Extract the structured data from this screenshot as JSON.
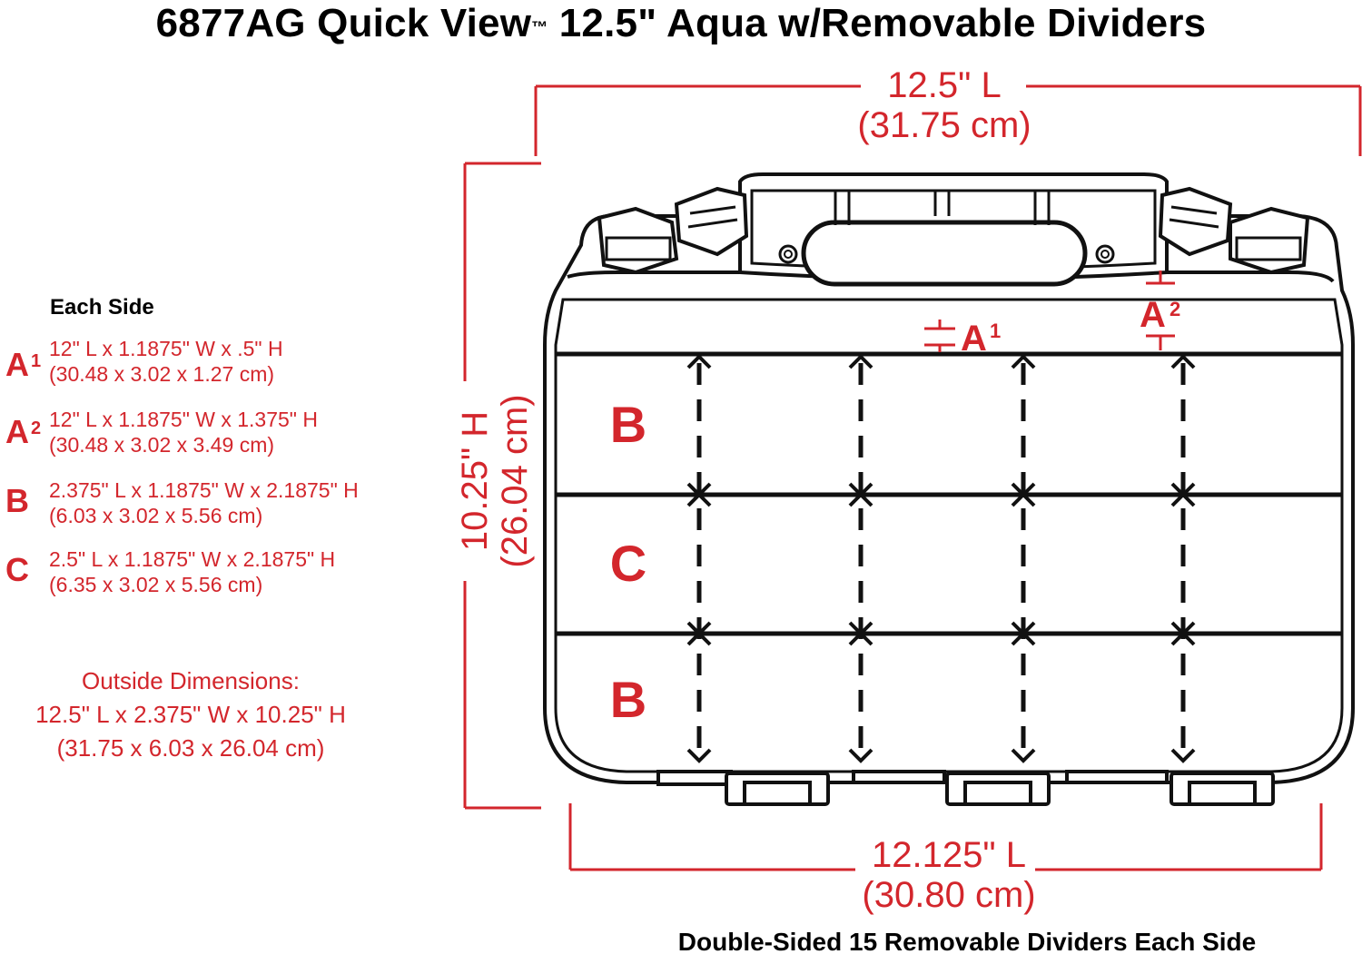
{
  "title": {
    "model": "6877AG Quick View",
    "trademark": "™",
    "rest": "12.5\" Aqua w/Removable Dividers"
  },
  "legend": {
    "heading": "Each Side",
    "items": [
      {
        "key": "A",
        "sup": "1",
        "line1": "12\" L x 1.1875\" W x .5\" H",
        "line2": "(30.48 x 3.02 x 1.27 cm)"
      },
      {
        "key": "A",
        "sup": "2",
        "line1": "12\" L x 1.1875\" W x 1.375\" H",
        "line2": "(30.48 x 3.02 x 3.49 cm)"
      },
      {
        "key": "B",
        "sup": "",
        "line1": "2.375\" L x 1.1875\" W x 2.1875\" H",
        "line2": "(6.03 x 3.02 x 5.56 cm)"
      },
      {
        "key": "C",
        "sup": "",
        "line1": "2.5\" L x 1.1875\" W x 2.1875\" H",
        "line2": "(6.35 x 3.02 x 5.56 cm)"
      }
    ]
  },
  "outside_dimensions": {
    "heading": "Outside Dimensions:",
    "line1": "12.5\" L x 2.375\" W x 10.25\" H",
    "line2": "(31.75 x 6.03 x 26.04 cm)"
  },
  "dimensions": {
    "top_length": "12.5\" L",
    "top_length_cm": "(31.75 cm)",
    "height": "10.25\" H",
    "height_cm": "(26.04 cm)",
    "bottom_length": "12.125\" L",
    "bottom_length_cm": "(30.80 cm)"
  },
  "compartments": {
    "row_labels": [
      "B",
      "C",
      "B"
    ],
    "a1_label": "A",
    "a1_sup": "1",
    "a2_label": "A",
    "a2_sup": "2"
  },
  "footer": "Double-Sided 15 Removable Dividers Each Side",
  "colors": {
    "accent_red": "#d3262c",
    "outline": "#111111"
  }
}
